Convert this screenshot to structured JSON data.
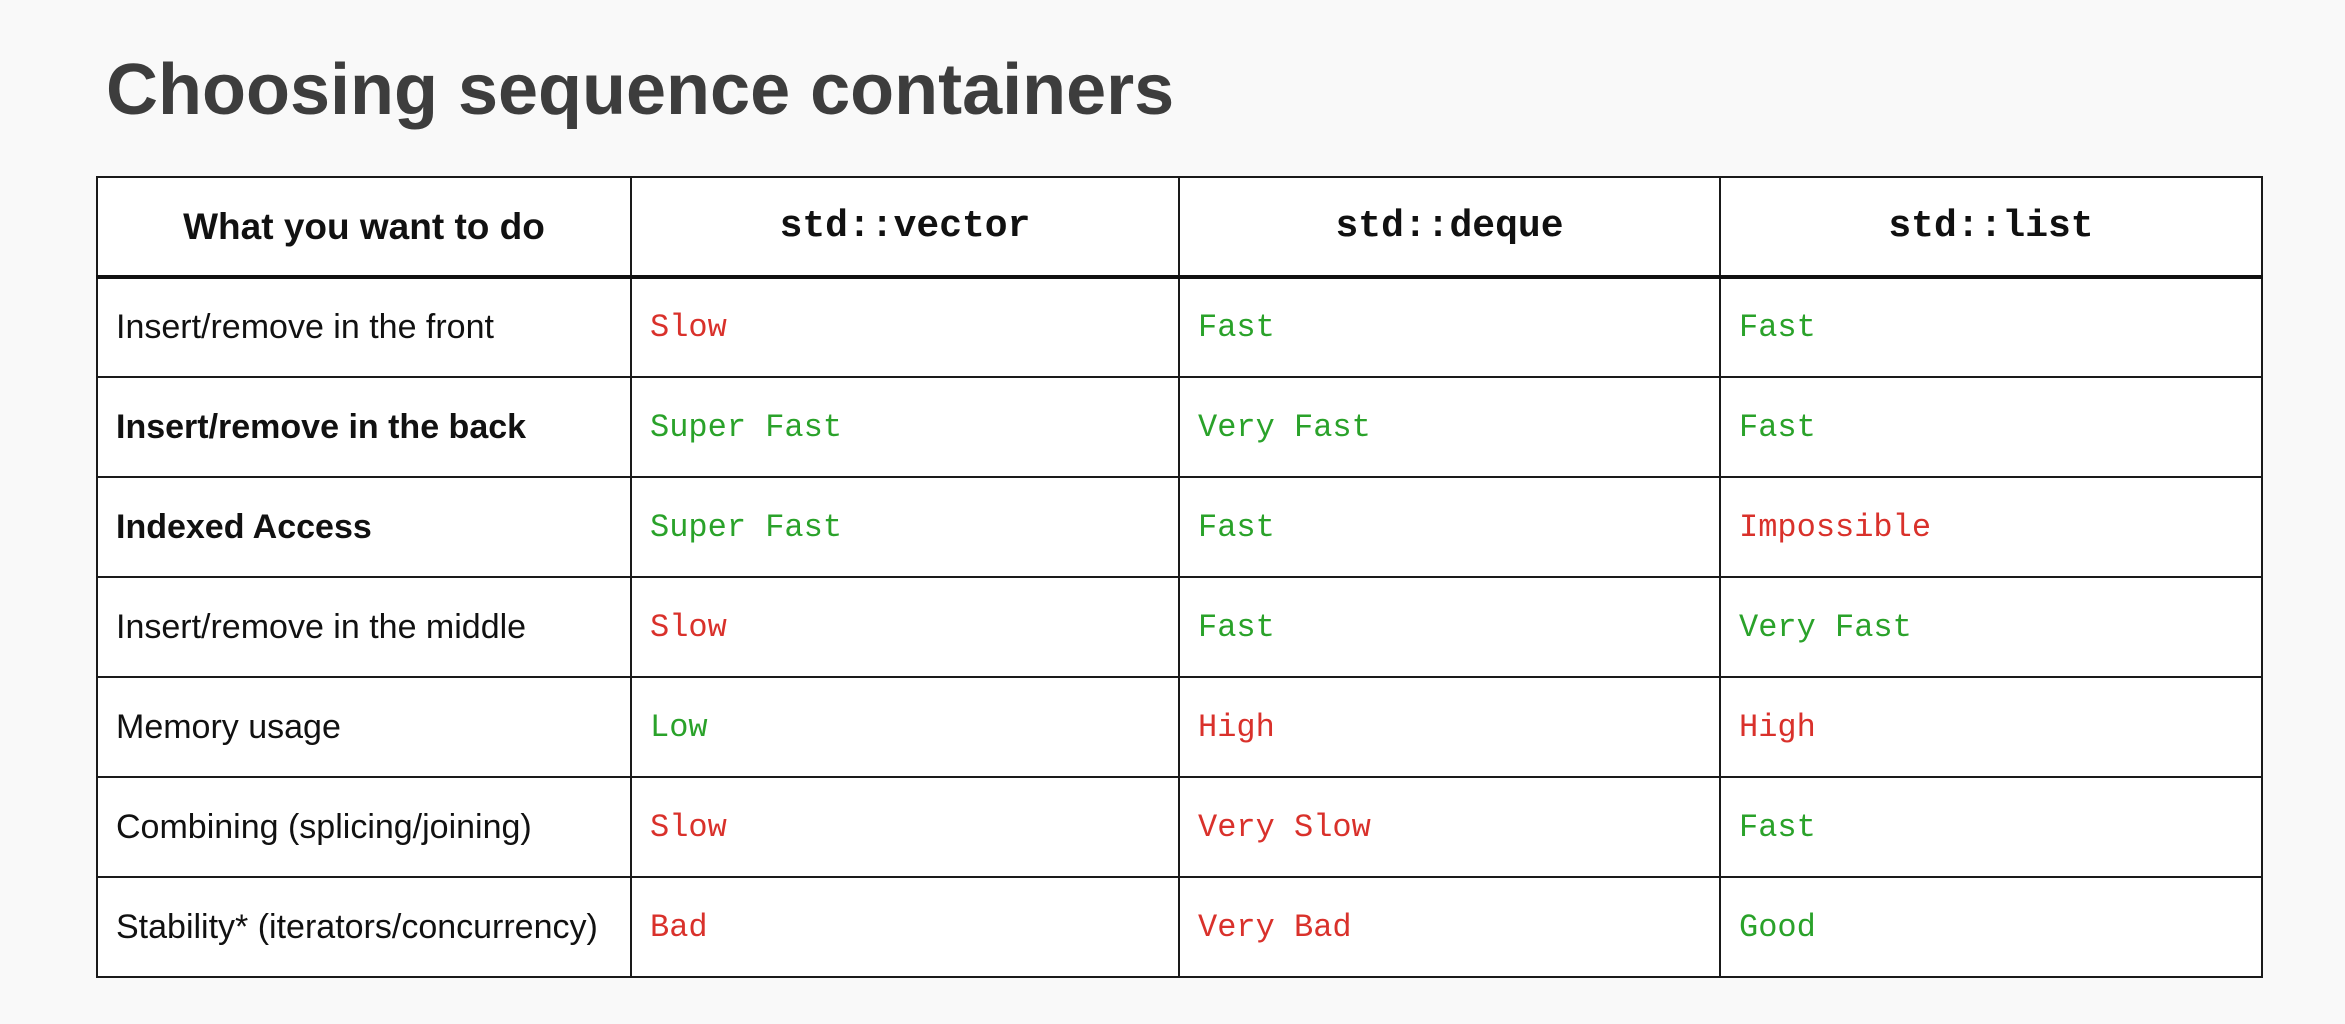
{
  "title": "Choosing sequence containers",
  "colors": {
    "good": "#2aa22a",
    "bad": "#d9312b",
    "title": "#3d3d3d",
    "background": "#f9f9f9"
  },
  "table": {
    "headers": {
      "operation": "What you want to do",
      "vector": "std::vector",
      "deque": "std::deque",
      "list": "std::list"
    },
    "rows": [
      {
        "operation": "Insert/remove in the front",
        "vector": {
          "text": "Slow",
          "rating": "bad"
        },
        "deque": {
          "text": "Fast",
          "rating": "good"
        },
        "list": {
          "text": "Fast",
          "rating": "good"
        }
      },
      {
        "operation": "Insert/remove in the back",
        "emphasized": true,
        "vector": {
          "text": "Super Fast",
          "rating": "good"
        },
        "deque": {
          "text": "Very Fast",
          "rating": "good"
        },
        "list": {
          "text": "Fast",
          "rating": "good"
        }
      },
      {
        "operation": "Indexed Access",
        "emphasized": true,
        "vector": {
          "text": "Super Fast",
          "rating": "good"
        },
        "deque": {
          "text": "Fast",
          "rating": "good"
        },
        "list": {
          "text": "Impossible",
          "rating": "bad"
        }
      },
      {
        "operation": "Insert/remove in the middle",
        "vector": {
          "text": "Slow",
          "rating": "bad"
        },
        "deque": {
          "text": "Fast",
          "rating": "good"
        },
        "list": {
          "text": "Very Fast",
          "rating": "good"
        }
      },
      {
        "operation": "Memory usage",
        "vector": {
          "text": "Low",
          "rating": "good"
        },
        "deque": {
          "text": "High",
          "rating": "bad"
        },
        "list": {
          "text": "High",
          "rating": "bad"
        }
      },
      {
        "operation": "Combining (splicing/joining)",
        "vector": {
          "text": "Slow",
          "rating": "bad"
        },
        "deque": {
          "text": "Very Slow",
          "rating": "bad"
        },
        "list": {
          "text": "Fast",
          "rating": "good"
        }
      },
      {
        "operation": "Stability* (iterators/concurrency)",
        "vector": {
          "text": "Bad",
          "rating": "bad"
        },
        "deque": {
          "text": "Very Bad",
          "rating": "bad"
        },
        "list": {
          "text": "Good",
          "rating": "good"
        }
      }
    ]
  }
}
